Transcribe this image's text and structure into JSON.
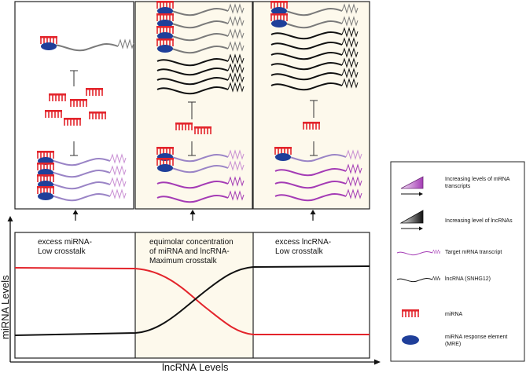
{
  "regions": [
    {
      "label_line1": "excess miRNA-",
      "label_line2": "Low crosstalk",
      "label_line3": ""
    },
    {
      "label_line1": "equimolar concentration",
      "label_line2": "of miRNA and lncRNA-",
      "label_line3": "Maximum crosstalk"
    },
    {
      "label_line1": "excess lncRNA-",
      "label_line2": "Low crosstalk",
      "label_line3": ""
    }
  ],
  "axes": {
    "y_label": "miRNA Levels",
    "x_label": "lncRNA Levels"
  },
  "legend": {
    "items": [
      {
        "line1": "Increasing levels of mRNA",
        "line2": "transcripts"
      },
      {
        "line1": "Increasing level of lncRNAs",
        "line2": ""
      },
      {
        "line1": "Target mRNA transcript",
        "line2": ""
      },
      {
        "line1": "lncRNA (SNHG12)",
        "line2": ""
      },
      {
        "line1": "miRNA",
        "line2": ""
      },
      {
        "line1": "miRNA response element",
        "line2": "(MRE)"
      }
    ]
  },
  "colors": {
    "mirna_red": "#e3242b",
    "lncrna_black": "#111111",
    "mrna_purple": "#a43bb5",
    "mre_blue": "#1f3f9a",
    "panel_tint": "#fdf9ec"
  }
}
